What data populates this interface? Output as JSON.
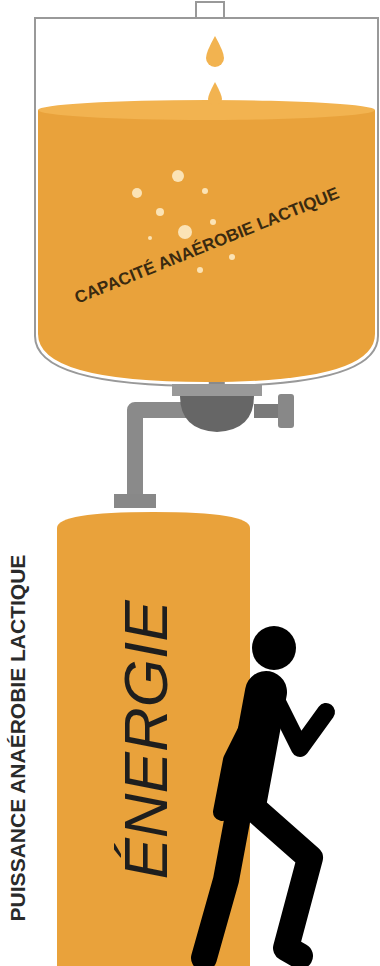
{
  "diagram": {
    "nodes": [
      {
        "text": [
          "CAPACITÉ ANAÉROBIE LACTIQUE"
        ]
      },
      {
        "text": [
          "PUISSANCE ANAÉROBIE LACTIQUE",
          "ÉNERGIE"
        ]
      }
    ],
    "edges": [
      {
        "from": 0,
        "to": 1,
        "arrow": "none"
      }
    ]
  }
}
